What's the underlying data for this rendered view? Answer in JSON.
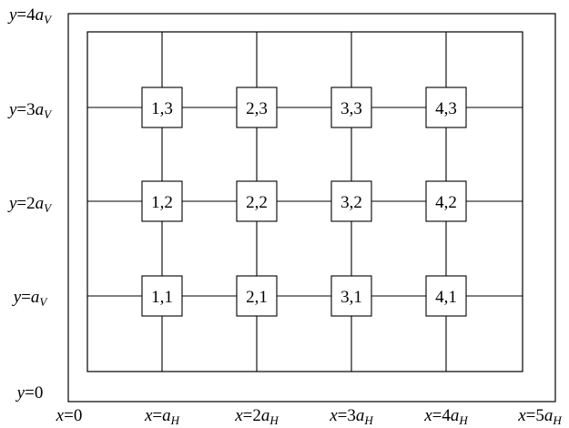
{
  "y_axis_labels": [
    {
      "var": "y",
      "eq": "=",
      "coef": "4",
      "sym": "a",
      "sub": "V"
    },
    {
      "var": "y",
      "eq": "=",
      "coef": "3",
      "sym": "a",
      "sub": "V"
    },
    {
      "var": "y",
      "eq": "=",
      "coef": "2",
      "sym": "a",
      "sub": "V"
    },
    {
      "var": "y",
      "eq": "=",
      "coef": "",
      "sym": "a",
      "sub": "V"
    },
    {
      "var": "y",
      "eq": "=",
      "coef": "0",
      "sym": "",
      "sub": ""
    }
  ],
  "x_axis_labels": [
    {
      "var": "x",
      "eq": "=",
      "coef": "0",
      "sym": "",
      "sub": ""
    },
    {
      "var": "x",
      "eq": "=",
      "coef": "",
      "sym": "a",
      "sub": "H"
    },
    {
      "var": "x",
      "eq": "=",
      "coef": "2",
      "sym": "a",
      "sub": "H"
    },
    {
      "var": "x",
      "eq": "=",
      "coef": "3",
      "sym": "a",
      "sub": "H"
    },
    {
      "var": "x",
      "eq": "=",
      "coef": "4",
      "sym": "a",
      "sub": "H"
    },
    {
      "var": "x",
      "eq": "=",
      "coef": "5",
      "sym": "a",
      "sub": "H"
    }
  ],
  "nodes": [
    {
      "label": "1,3",
      "col": 1,
      "row": 3
    },
    {
      "label": "2,3",
      "col": 2,
      "row": 3
    },
    {
      "label": "3,3",
      "col": 3,
      "row": 3
    },
    {
      "label": "4,3",
      "col": 4,
      "row": 3
    },
    {
      "label": "1,2",
      "col": 1,
      "row": 2
    },
    {
      "label": "2,2",
      "col": 2,
      "row": 2
    },
    {
      "label": "3,2",
      "col": 3,
      "row": 2
    },
    {
      "label": "4,2",
      "col": 4,
      "row": 2
    },
    {
      "label": "1,1",
      "col": 1,
      "row": 1
    },
    {
      "label": "2,1",
      "col": 2,
      "row": 1
    },
    {
      "label": "3,1",
      "col": 3,
      "row": 1
    },
    {
      "label": "4,1",
      "col": 4,
      "row": 1
    }
  ]
}
